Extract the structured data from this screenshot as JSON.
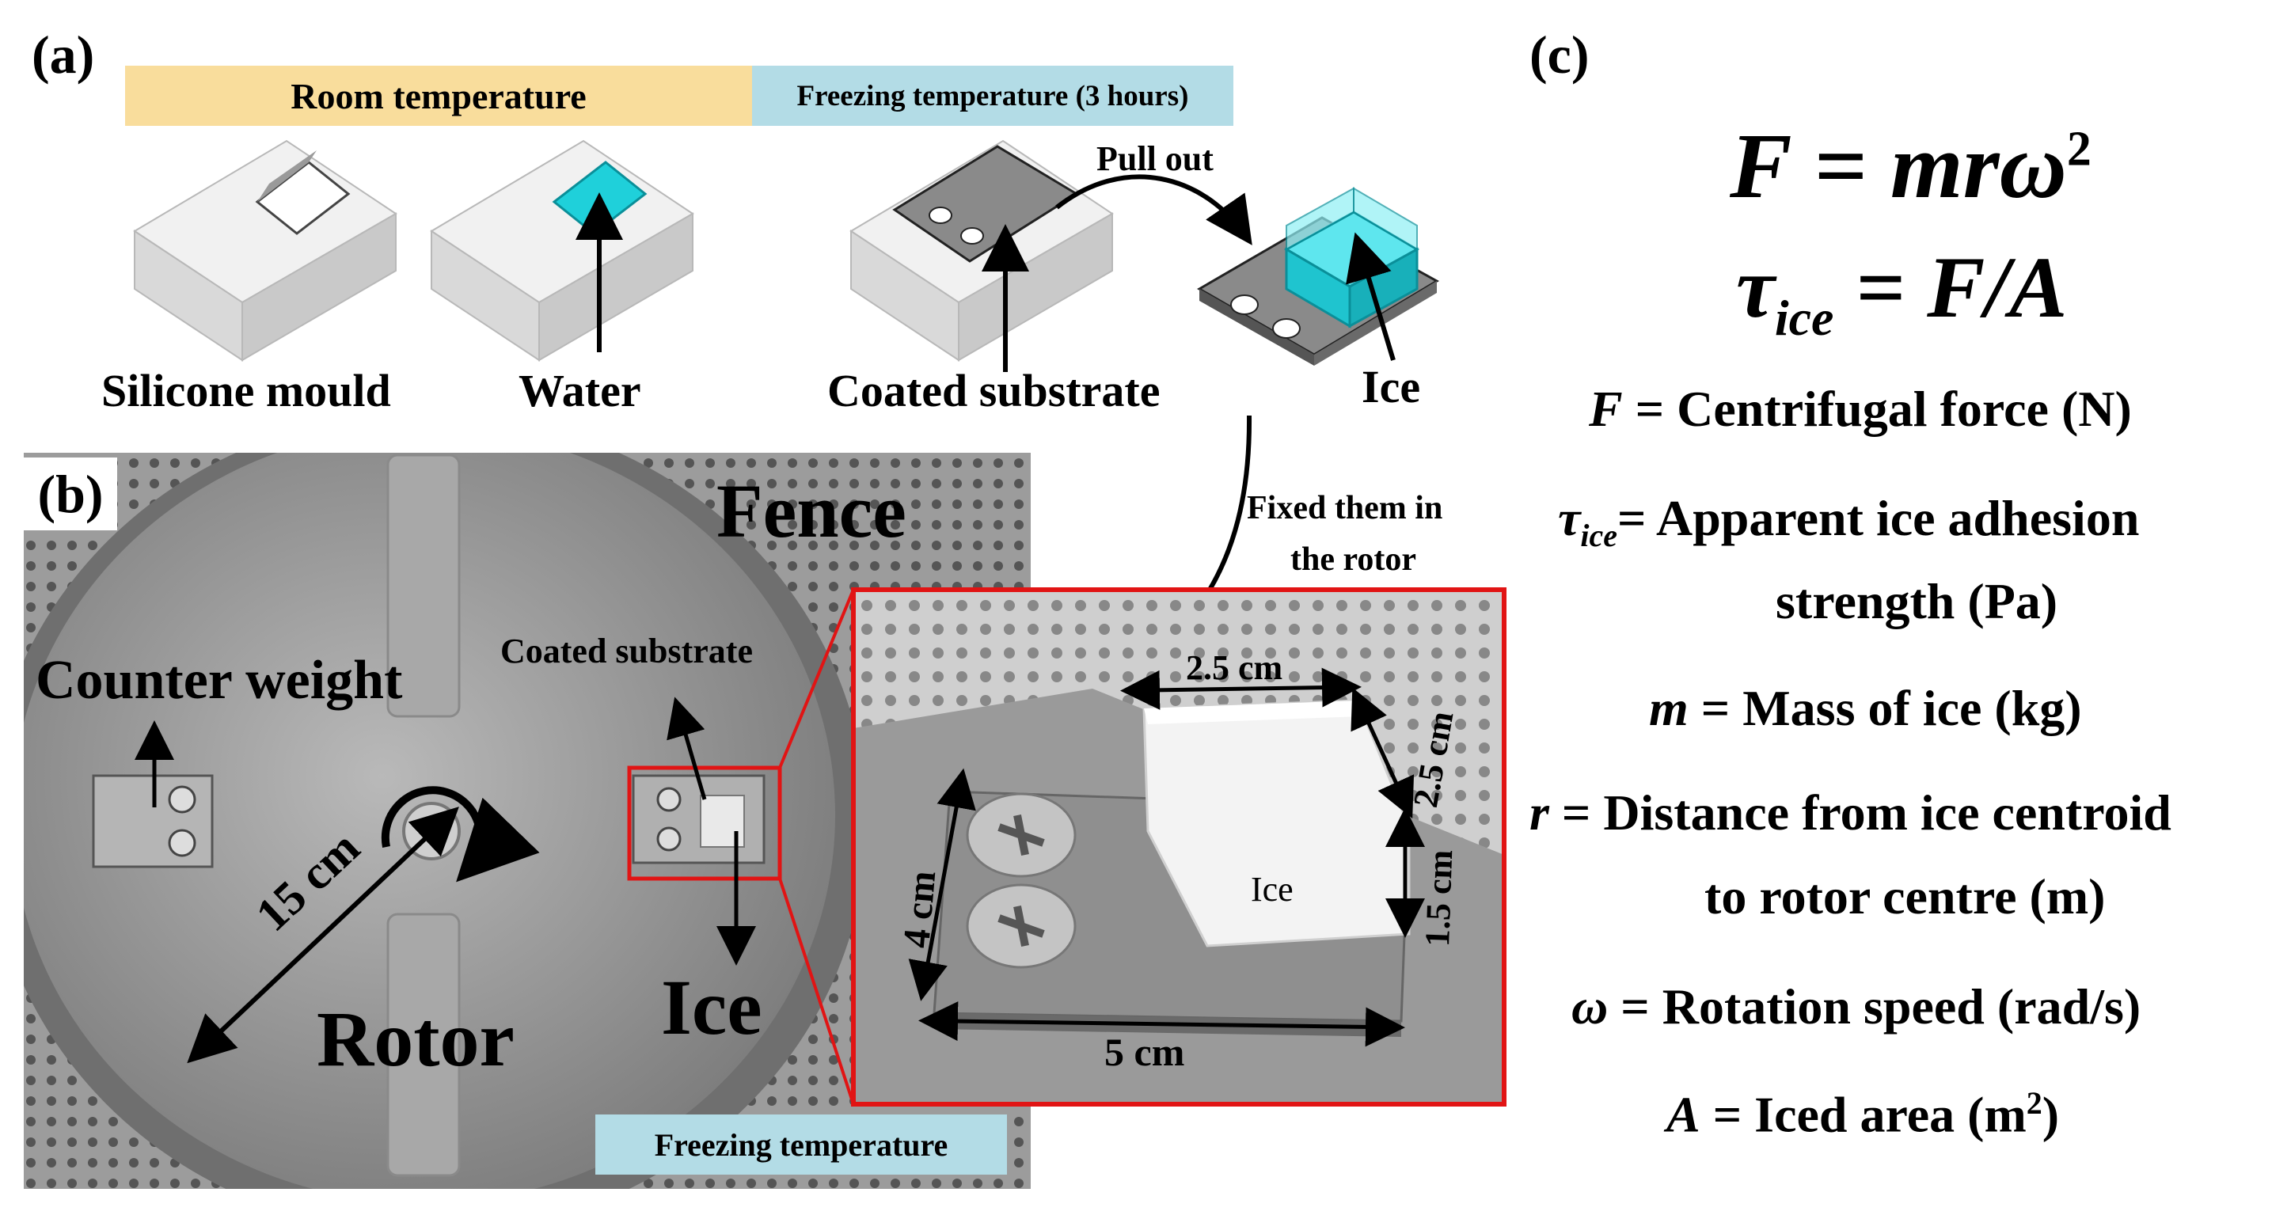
{
  "panel_a": {
    "label": "(a)",
    "banner_room": "Room temperature",
    "banner_freeze": "Freezing temperature (3 hours)",
    "label_mould": "Silicone mould",
    "label_water": "Water",
    "label_substrate": "Coated substrate",
    "label_ice": "Ice",
    "label_pull": "Pull out",
    "label_fixed_line1": "Fixed them in",
    "label_fixed_line2": "the rotor"
  },
  "panel_b": {
    "label": "(b)",
    "fence": "Fence",
    "counter_weight": "Counter weight",
    "coated_substrate": "Coated substrate",
    "rotor": "Rotor",
    "ice": "Ice",
    "radius": "15 cm",
    "freezing": "Freezing temperature",
    "inset": {
      "ice": "Ice",
      "dim_top": "2.5 cm",
      "dim_side": "2.5 cm",
      "dim_height": "1.5 cm",
      "dim_width": "4 cm",
      "dim_length": "5 cm"
    }
  },
  "panel_c": {
    "label": "(c)",
    "eq1": "F = mrω",
    "eq1_sup": "2",
    "eq2_tau": "τ",
    "eq2_sub": "ice",
    "eq2_rest": " = F/A",
    "def_F_sym": "F",
    "def_F": " = Centrifugal force (N)",
    "def_tau_sym": "τ",
    "def_tau_sub": "ice",
    "def_tau_line1": "= Apparent ice adhesion",
    "def_tau_line2": "strength (Pa)",
    "def_m_sym": "m",
    "def_m": " = Mass of ice (kg)",
    "def_r_sym": "r",
    "def_r_line1": " = Distance from ice centroid",
    "def_r_line2": "to rotor centre (m)",
    "def_w_sym": "ω",
    "def_w": " = Rotation speed (rad/s)",
    "def_A_sym": "A",
    "def_A": " = Iced area (m",
    "def_A_sup": "2",
    "def_A_end": ")"
  },
  "colors": {
    "banner_room": "#f9dd9c",
    "banner_freeze": "#b3dce6",
    "water": "#1fd0da",
    "mould": "#e6e6e6",
    "substrate": "#8a8a8a",
    "inset_border": "#e11414",
    "photo_bg": "#8c8c8c"
  }
}
